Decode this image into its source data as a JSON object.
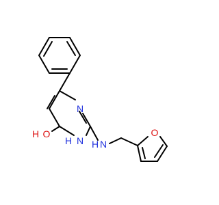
{
  "molecule": {
    "colors": {
      "bond": "#000000",
      "nitrogen": "#2233dd",
      "oxygen": "#dd1111"
    },
    "atoms": {
      "ring_n_upper": "N",
      "ring_nh": "N",
      "ring_nh_h": "H",
      "amine_nh": "N",
      "amine_nh_h": "H",
      "hydroxyl_o": "O",
      "hydroxyl_h": "H",
      "furan_o": "O"
    }
  }
}
